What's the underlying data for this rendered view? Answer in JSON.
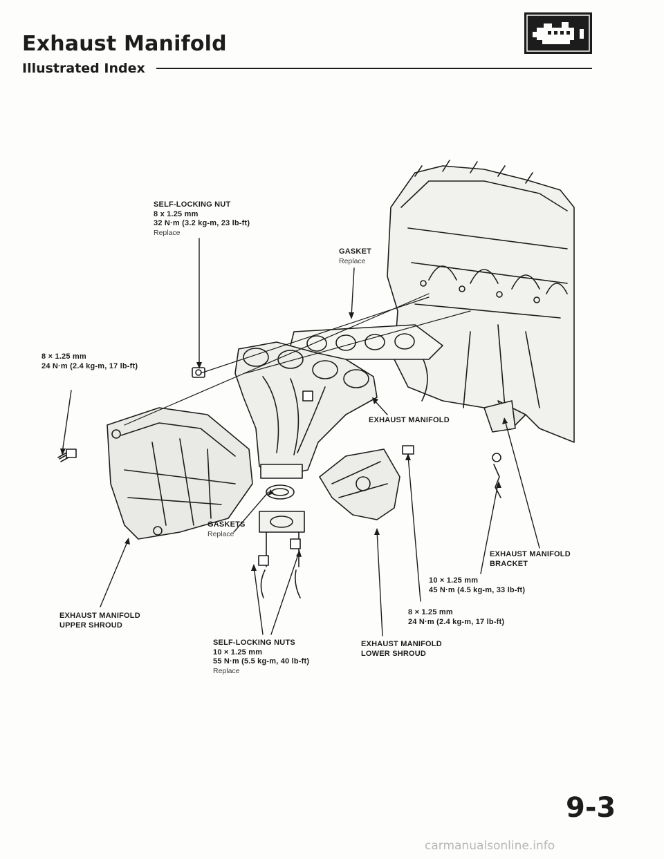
{
  "header": {
    "title": "Exhaust Manifold",
    "subtitle": "Illustrated Index",
    "section_icon": "engine-icon"
  },
  "callouts": {
    "self_locking_nut": [
      "SELF-LOCKING NUT",
      "8 x 1.25 mm",
      "32 N·m (3.2 kg-m, 23 lb-ft)",
      "Replace"
    ],
    "gasket": [
      "GASKET",
      "Replace"
    ],
    "bolt_8mm_left": [
      "8 × 1.25 mm",
      "24 N·m (2.4 kg-m, 17 lb-ft)"
    ],
    "exhaust_manifold": [
      "EXHAUST MANIFOLD"
    ],
    "gaskets": [
      "GASKETS",
      "Replace"
    ],
    "bracket": [
      "EXHAUST MANIFOLD",
      "BRACKET"
    ],
    "bolt_10mm_right": [
      "10 × 1.25 mm",
      "45 N·m (4.5 kg-m, 33 lb-ft)"
    ],
    "bolt_8mm_right": [
      "8 × 1.25 mm",
      "24 N·m (2.4 kg-m, 17 lb-ft)"
    ],
    "upper_shroud": [
      "EXHAUST MANIFOLD",
      "UPPER SHROUD"
    ],
    "self_locking_nuts": [
      "SELF-LOCKING NUTS",
      "10 × 1.25 mm",
      "55 N·m (5.5 kg-m, 40 lb-ft)",
      "Replace"
    ],
    "lower_shroud": [
      "EXHAUST MANIFOLD",
      "LOWER SHROUD"
    ]
  },
  "page_number": "9-3",
  "watermark": "carmanualsonline.info",
  "colors": {
    "ink": "#1c1c1c",
    "paper": "#fdfdfb",
    "icon_bg": "#1c1c1c"
  }
}
